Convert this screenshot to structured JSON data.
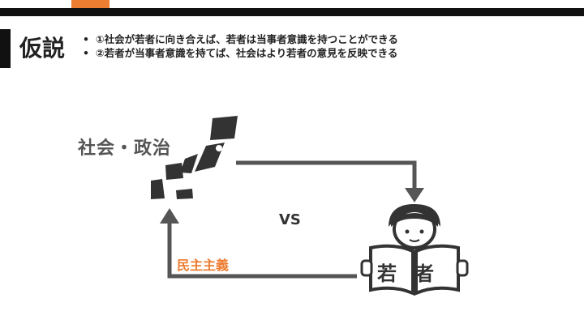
{
  "header": {
    "title": "仮説",
    "hypotheses": [
      "①社会が若者に向き合えば、若者は当事者意識を持つことができる",
      "②若者が当事者意識を持てば、社会はより若者の意見を反映できる"
    ],
    "bullet": "•"
  },
  "diagram": {
    "society_label": "社会・政治",
    "vs_label": "VS",
    "democracy_label": "民主主義",
    "youth_chars": [
      "若",
      "者"
    ]
  },
  "colors": {
    "accent": "#ed7d31",
    "dark": "#111111",
    "arrow": "#555555"
  },
  "icons": [
    "japan-map-icon",
    "reading-person-icon"
  ]
}
